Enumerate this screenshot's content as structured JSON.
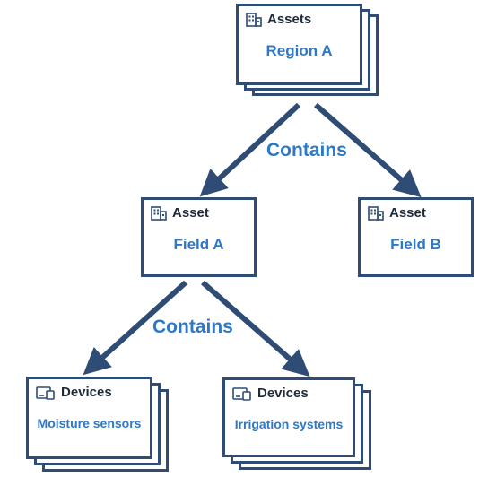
{
  "nodes": {
    "region_a": {
      "type_label": "Assets",
      "name": "Region A",
      "icon": "building-icon",
      "stacked": true
    },
    "field_a": {
      "type_label": "Asset",
      "name": "Field A",
      "icon": "building-icon",
      "stacked": false
    },
    "field_b": {
      "type_label": "Asset",
      "name": "Field B",
      "icon": "building-icon",
      "stacked": false
    },
    "moisture": {
      "type_label": "Devices",
      "name": "Moisture sensors",
      "icon": "device-icon",
      "stacked": true
    },
    "irrigation": {
      "type_label": "Devices",
      "name": "Irrigation systems",
      "icon": "device-icon",
      "stacked": true
    }
  },
  "relations": {
    "top": "Contains",
    "bottom": "Contains"
  },
  "colors": {
    "border": "#2f4d74",
    "accent_text": "#2e78c8",
    "header_text": "#1f2a3a"
  }
}
